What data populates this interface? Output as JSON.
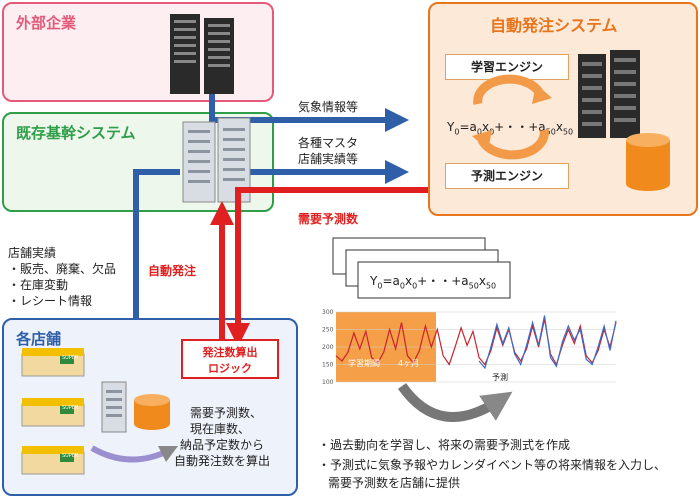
{
  "external": {
    "title": "外部企業",
    "color": "#e45a7a"
  },
  "core": {
    "title": "既存基幹システム",
    "color": "#2e9e48"
  },
  "auto": {
    "title": "自動発注システム",
    "color": "#e8741c",
    "learning_engine": "学習エンジン",
    "forecast_engine": "予測エンジン"
  },
  "stores": {
    "title": "各店舗",
    "color": "#2f5fa8"
  },
  "formula": {
    "y": "Y",
    "sub0": "0",
    "eq": "=a",
    "x": "x",
    "plus": "+・・+a",
    "sub50": "50"
  },
  "arrows": {
    "weather": "気象情報等",
    "masters_1": "各種マスタ",
    "masters_2": "店舗実績等",
    "demand": "需要予測数",
    "auto_order": "自動発注"
  },
  "store_results": {
    "title": "店舗実績",
    "items": [
      "・販売、廃棄、欠品",
      "・在庫変動",
      "・レシート情報"
    ]
  },
  "logic": {
    "line1": "発注数算出",
    "line2": "ロジック"
  },
  "calc_desc": [
    "需要予測数、",
    "現在庫数、",
    "納品予定数から",
    "自動発注数を算出"
  ],
  "store_sign": "SUPER",
  "chart_data": {
    "type": "line",
    "y_ticks": [
      "300",
      "250",
      "200",
      "150",
      "100"
    ],
    "ylim": [
      100,
      300
    ],
    "annotations": {
      "learning": "学習期間",
      "period": "4ヶ月",
      "forecast": "予測"
    },
    "series": [
      {
        "color": "#c8232c",
        "values": [
          175,
          160,
          185,
          240,
          195,
          245,
          170,
          155,
          185,
          250,
          195,
          270,
          175,
          155,
          190,
          260,
          200,
          250,
          175,
          150,
          200,
          255,
          205,
          245,
          170,
          150,
          190,
          255,
          205,
          250,
          185,
          160,
          195,
          260,
          200,
          280,
          180,
          150,
          205,
          250,
          210,
          260,
          175,
          155,
          190,
          250,
          200,
          270
        ]
      },
      {
        "color": "#3a6cc8",
        "values": [
          null,
          null,
          null,
          null,
          null,
          null,
          null,
          null,
          null,
          null,
          null,
          null,
          null,
          null,
          null,
          null,
          null,
          null,
          null,
          null,
          null,
          null,
          null,
          null,
          160,
          140,
          200,
          265,
          210,
          255,
          180,
          150,
          205,
          270,
          205,
          290,
          170,
          145,
          215,
          260,
          220,
          250,
          165,
          150,
          200,
          260,
          190,
          275
        ]
      }
    ]
  },
  "bullets": [
    "・過去動向を学習し、将来の需要予測式を作成",
    "・予測式に気象予報やカレンダイベント等の将来情報を入力し、",
    "需要予測数を店舗に提供"
  ]
}
